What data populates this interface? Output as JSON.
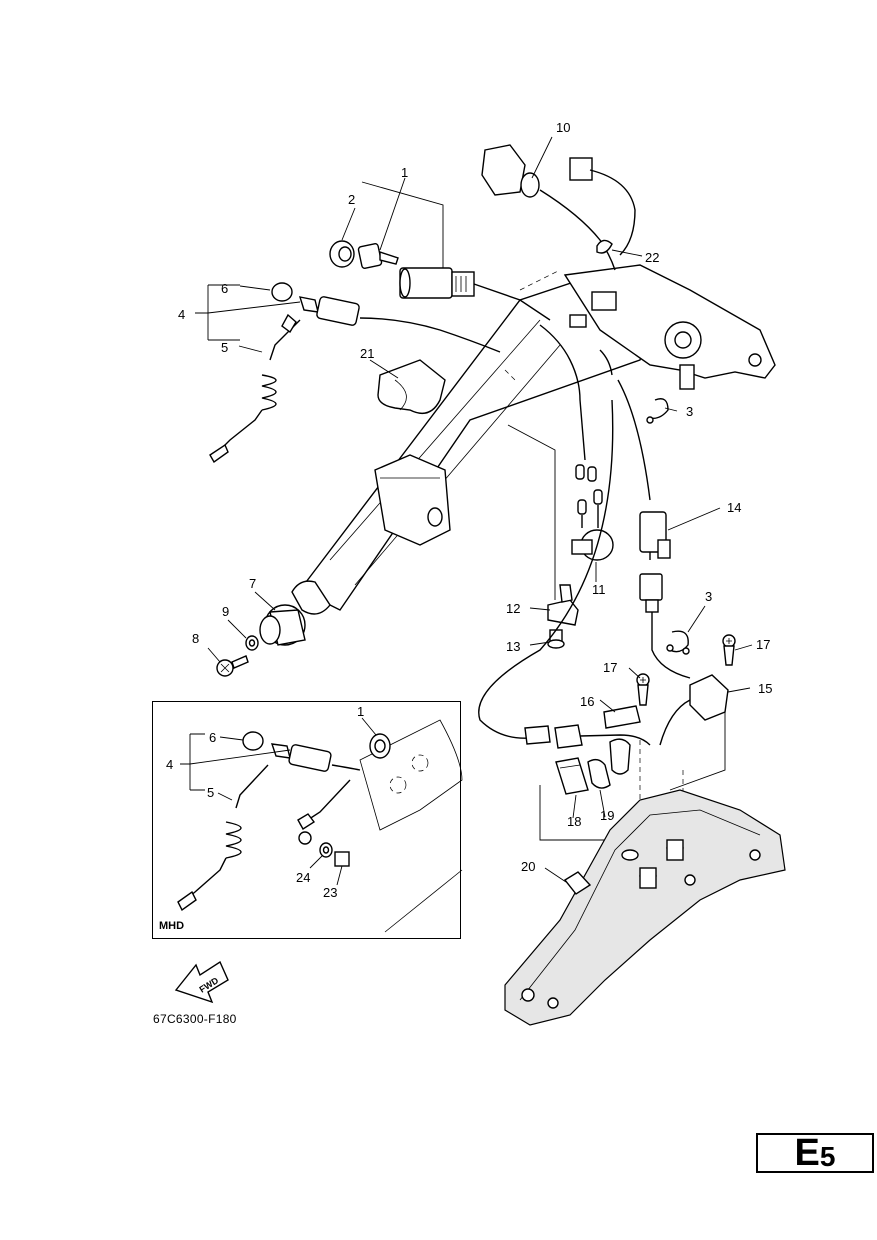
{
  "diagram": {
    "callouts": {
      "c1": "1",
      "c2": "2",
      "c3a": "3",
      "c3b": "3",
      "c4": "4",
      "c5": "5",
      "c6": "6",
      "c7": "7",
      "c8": "8",
      "c9": "9",
      "c10": "10",
      "c11": "11",
      "c12": "12",
      "c13": "13",
      "c14": "14",
      "c15": "15",
      "c16": "16",
      "c17a": "17",
      "c17b": "17",
      "c18": "18",
      "c19": "19",
      "c20": "20",
      "c21": "21",
      "c22": "22"
    },
    "inset": {
      "label": "MHD",
      "callouts": {
        "c1": "1",
        "c4": "4",
        "c5": "5",
        "c6": "6",
        "c23": "23",
        "c24": "24"
      }
    },
    "fwd_arrow": "FWD",
    "part_code": "67C6300-F180"
  },
  "page_tag": {
    "letter": "E",
    "number": "5"
  }
}
